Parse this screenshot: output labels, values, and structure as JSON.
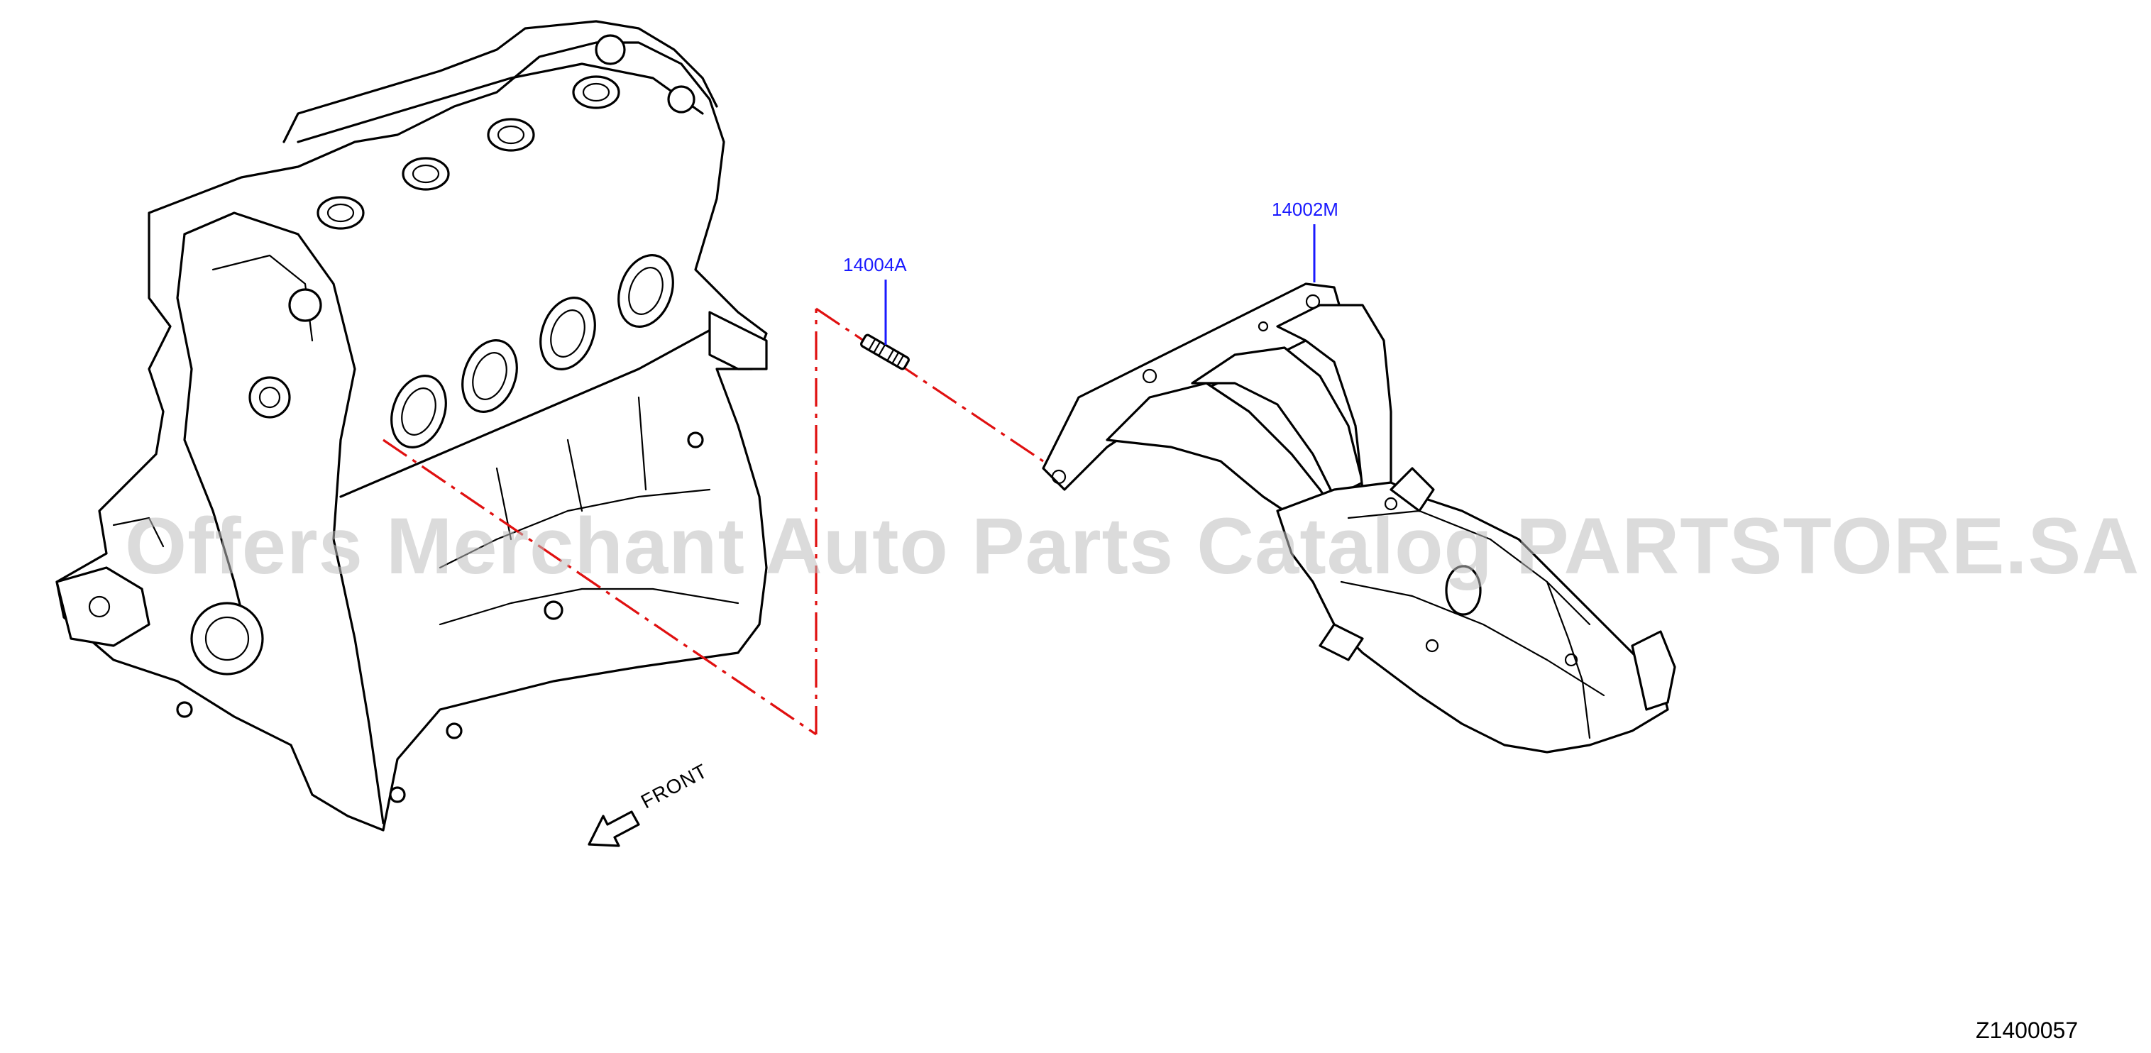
{
  "diagram": {
    "parts": [
      {
        "id": "14004A",
        "label": "14004A",
        "role": "stud"
      },
      {
        "id": "14002M",
        "label": "14002M",
        "role": "exhaust-manifold-with-catalyst"
      }
    ],
    "front_label": "FRONT",
    "diagram_code": "Z1400057",
    "watermark": "Offers Merchant Auto Parts Catalog PARTSTORE.SA"
  },
  "colors": {
    "callout": "#1a1aff",
    "guide_line": "#e01010",
    "line_art": "#000000",
    "watermark": "#bebebe"
  },
  "icons": {
    "front_arrow": "front-arrow-icon"
  }
}
